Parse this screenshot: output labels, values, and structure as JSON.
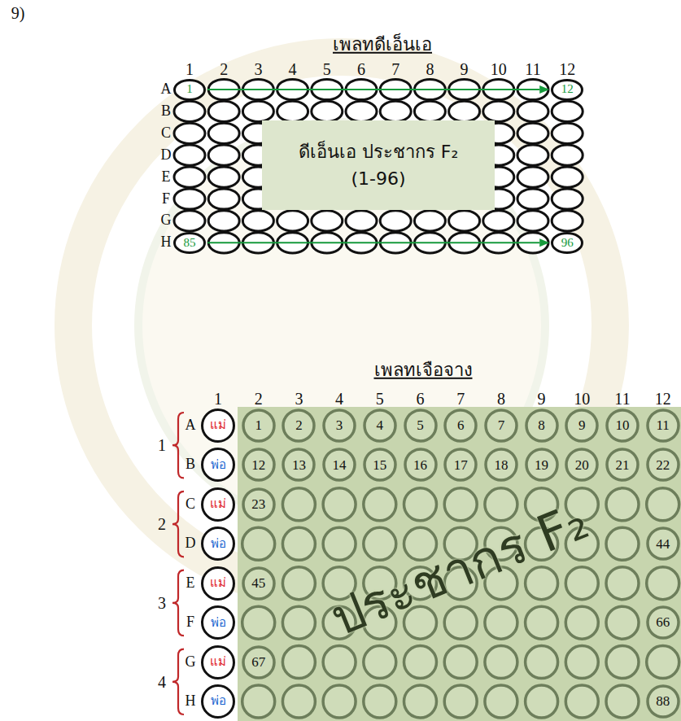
{
  "diagram": {
    "nodes": [
      {
        "text": [
          "1"
        ]
      },
      {
        "text": [
          "12"
        ]
      },
      {
        "text": [
          "ดีเอ็นเอ ประชากร F₂",
          "(1-96)"
        ]
      },
      {
        "text": [
          "85"
        ]
      },
      {
        "text": [
          "96"
        ]
      },
      {
        "text": [
          "แม่"
        ]
      },
      {
        "text": [
          "1"
        ]
      },
      {
        "text": [
          "2"
        ]
      },
      {
        "text": [
          "3"
        ]
      },
      {
        "text": [
          "4"
        ]
      },
      {
        "text": [
          "5"
        ]
      },
      {
        "text": [
          "6"
        ]
      },
      {
        "text": [
          "7"
        ]
      },
      {
        "text": [
          "8"
        ]
      },
      {
        "text": [
          "9"
        ]
      },
      {
        "text": [
          "10"
        ]
      },
      {
        "text": [
          "11"
        ]
      },
      {
        "text": [
          "พ่อ"
        ]
      },
      {
        "text": [
          "12"
        ]
      },
      {
        "text": [
          "13"
        ]
      },
      {
        "text": [
          "14"
        ]
      },
      {
        "text": [
          "15"
        ]
      },
      {
        "text": [
          "16"
        ]
      },
      {
        "text": [
          "17"
        ]
      },
      {
        "text": [
          "18"
        ]
      },
      {
        "text": [
          "19"
        ]
      },
      {
        "text": [
          "20"
        ]
      },
      {
        "text": [
          "21"
        ]
      },
      {
        "text": [
          "22"
        ]
      },
      {
        "text": [
          "แม่"
        ]
      },
      {
        "text": [
          "23"
        ]
      },
      {
        "text": [
          "พ่อ"
        ]
      },
      {
        "text": [
          "44"
        ]
      },
      {
        "text": [
          "แม่"
        ]
      },
      {
        "text": [
          "45"
        ]
      },
      {
        "text": [
          "พ่อ"
        ]
      },
      {
        "text": [
          "66"
        ]
      },
      {
        "text": [
          "แม่"
        ]
      },
      {
        "text": [
          "67"
        ]
      },
      {
        "text": [
          "พ่อ"
        ]
      },
      {
        "text": [
          "88"
        ]
      }
    ],
    "edges": [
      {
        "from": 0,
        "to": 1,
        "arrow": "to"
      },
      {
        "from": 3,
        "to": 4,
        "arrow": "to"
      }
    ],
    "labels": [
      "9)",
      "เพลทดีเอ็นเอ",
      "1",
      "2",
      "3",
      "4",
      "5",
      "6",
      "7",
      "8",
      "9",
      "10",
      "11",
      "12",
      "A",
      "B",
      "C",
      "D",
      "E",
      "F",
      "G",
      "H",
      "เพลทเจือจาง",
      "1",
      "2",
      "3",
      "4",
      "5",
      "6",
      "7",
      "8",
      "9",
      "10",
      "11",
      "12",
      "1",
      "2",
      "3",
      "4",
      "A",
      "B",
      "C",
      "D",
      "E",
      "F",
      "G",
      "H",
      "ประชากร F₂"
    ]
  }
}
